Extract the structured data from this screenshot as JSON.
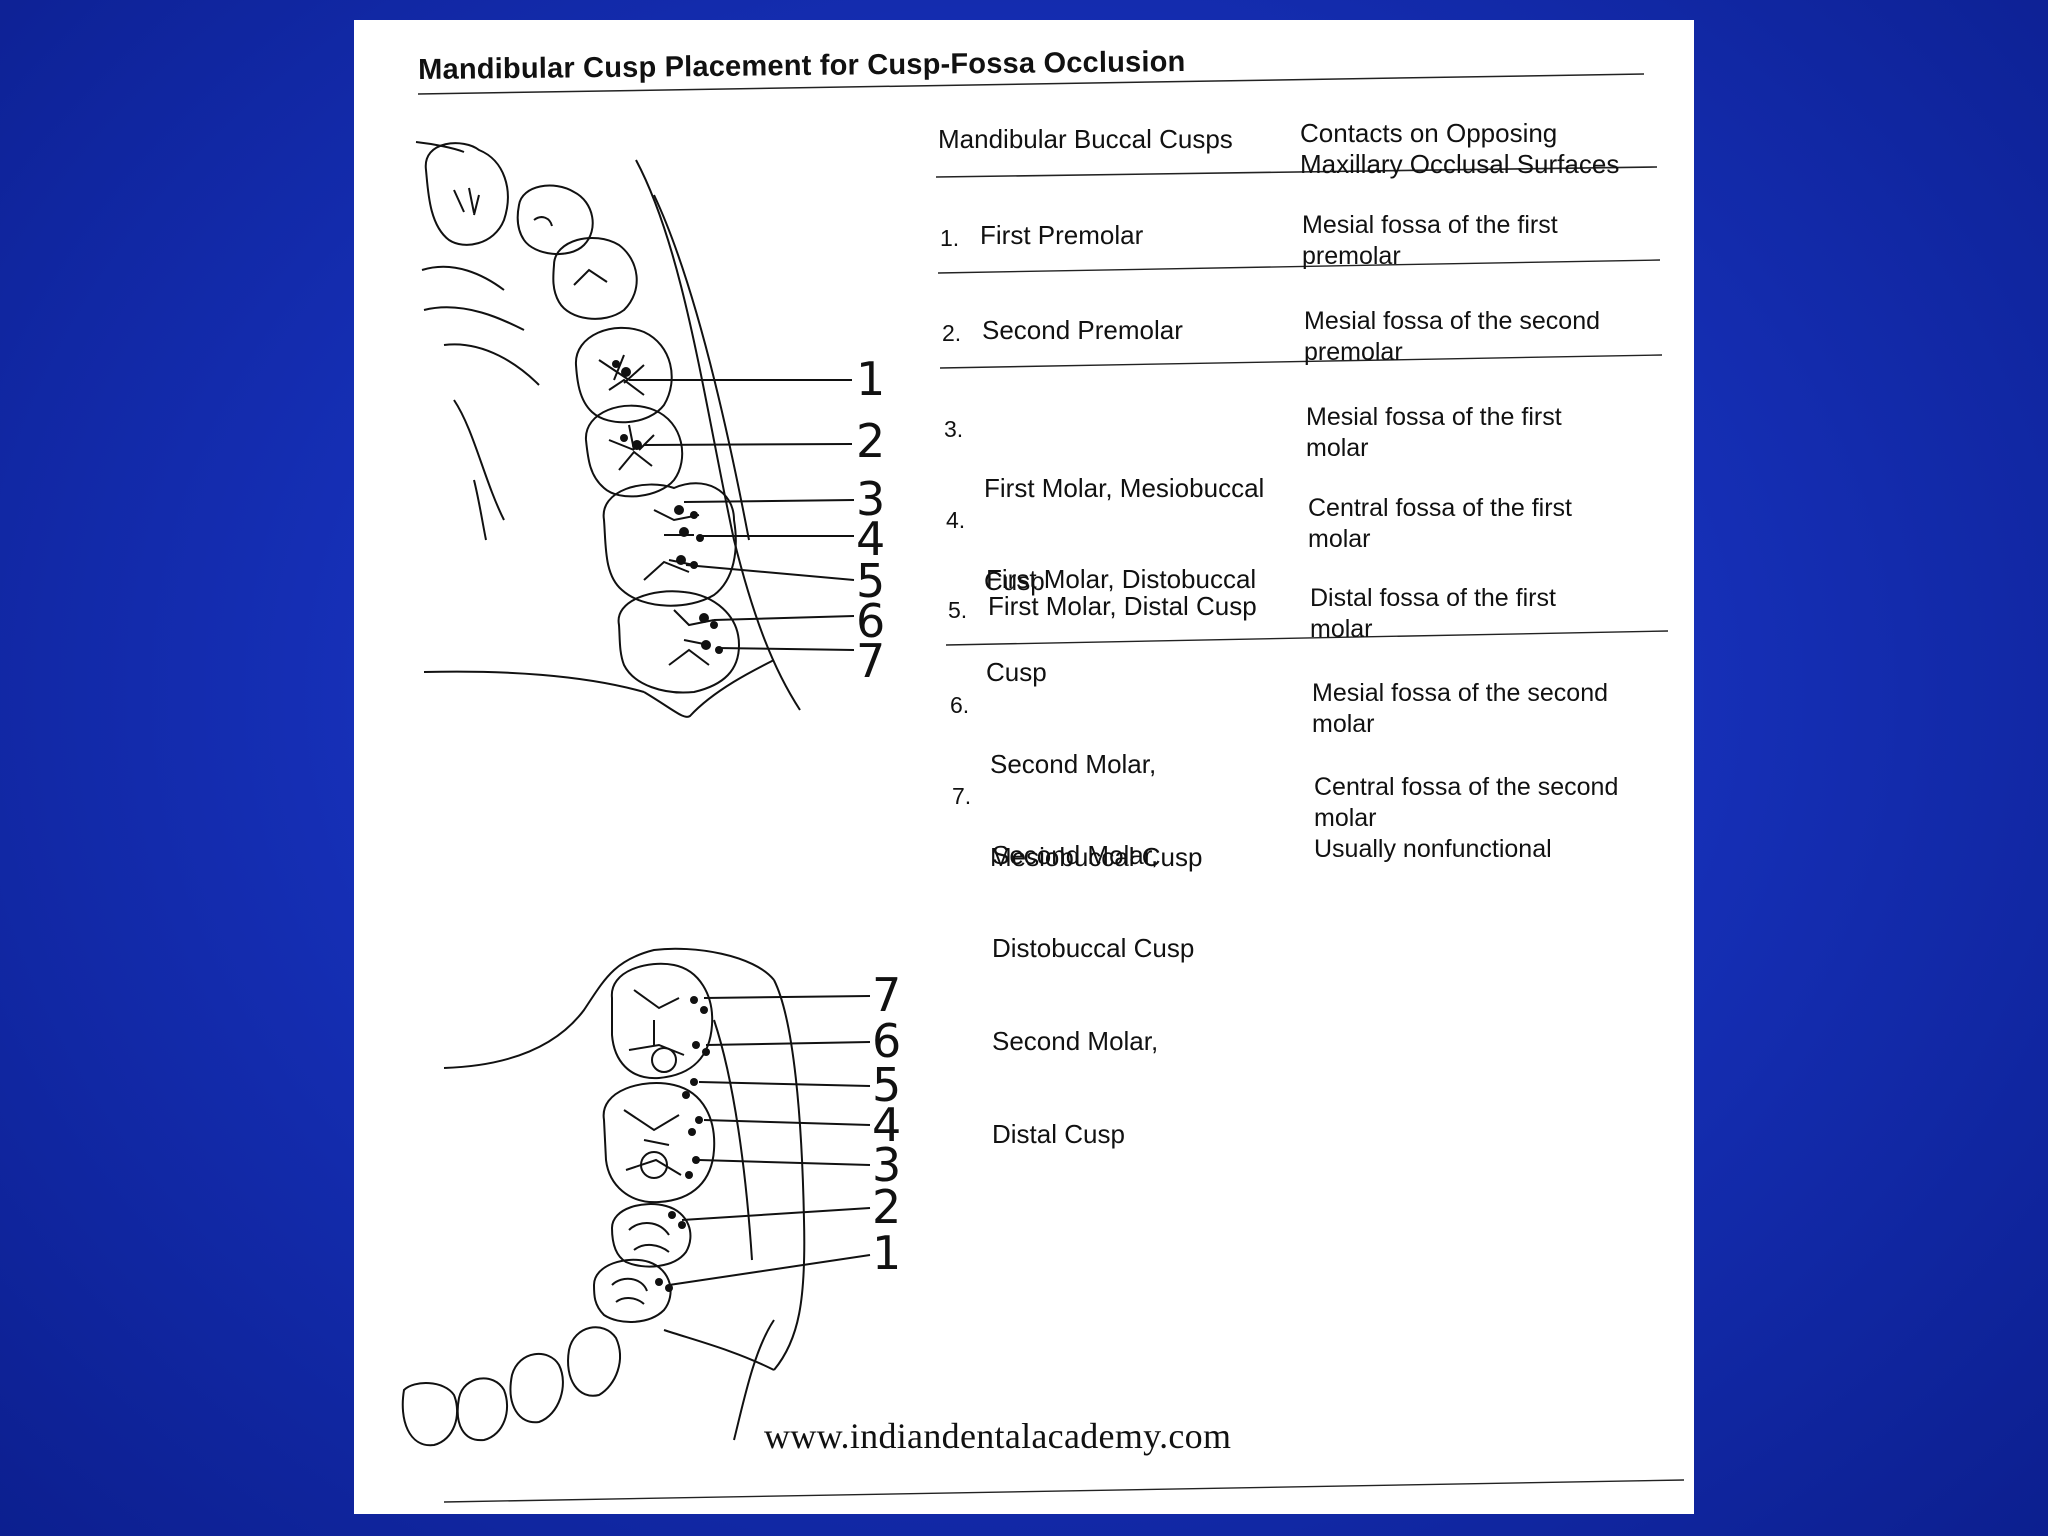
{
  "title": "Mandibular Cusp Placement for Cusp-Fossa Occlusion",
  "table": {
    "col1_header": "Mandibular Buccal Cusps",
    "col2_header_line1": "Contacts on Opposing",
    "col2_header_line2": "Maxillary Occlusal Surfaces",
    "rows": [
      {
        "num": "1.",
        "cusp_line1": "First Premolar",
        "cusp_line2": "",
        "contact_line1": "Mesial fossa of the first",
        "contact_line2": "premolar"
      },
      {
        "num": "2.",
        "cusp_line1": "Second Premolar",
        "cusp_line2": "",
        "contact_line1": "Mesial fossa of the second",
        "contact_line2": "premolar"
      },
      {
        "num": "3.",
        "cusp_line1": "First Molar, Mesiobuccal",
        "cusp_line2": "Cusp",
        "contact_line1": "Mesial fossa of the first",
        "contact_line2": "molar"
      },
      {
        "num": "4.",
        "cusp_line1": "First Molar, Distobuccal",
        "cusp_line2": "Cusp",
        "contact_line1": "Central fossa of the first",
        "contact_line2": "molar"
      },
      {
        "num": "5.",
        "cusp_line1": "First Molar, Distal Cusp",
        "cusp_line2": "",
        "contact_line1": "Distal fossa of the first",
        "contact_line2": "molar"
      },
      {
        "num": "6.",
        "cusp_line1": "Second Molar,",
        "cusp_line2": "Mesiobuccal Cusp",
        "contact_line1": "Mesial fossa of the second",
        "contact_line2": "molar"
      },
      {
        "num": "7.",
        "cusp_line1": "Second Molar,",
        "cusp_line2": "Distobuccal Cusp",
        "cusp_line3": "Second Molar,",
        "cusp_line4": "Distal Cusp",
        "contact_line1": "Central fossa of the second",
        "contact_line2": "molar",
        "contact_line3": "Usually nonfunctional"
      }
    ]
  },
  "upper_figure_labels": [
    "1",
    "2",
    "3",
    "4",
    "5",
    "6",
    "7"
  ],
  "lower_figure_labels": [
    "7",
    "6",
    "5",
    "4",
    "3",
    "2",
    "1"
  ],
  "website": "www.indiandentalacademy.com",
  "colors": {
    "background": "#1630b8",
    "panel": "#ffffff",
    "ink": "#111111"
  }
}
